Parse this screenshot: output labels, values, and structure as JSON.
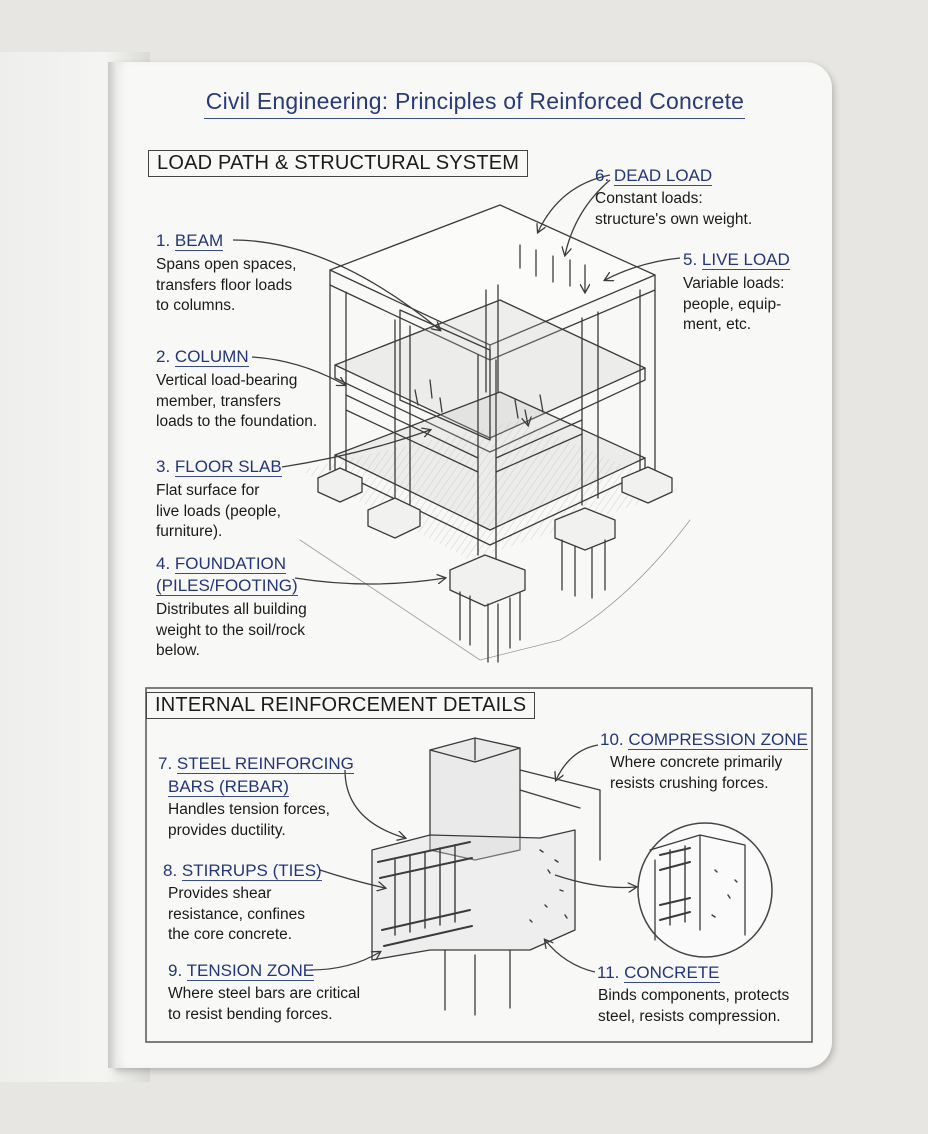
{
  "title": "Civil Engineering: Principles of Reinforced Concrete",
  "sections": {
    "load_path": "LOAD PATH & STRUCTURAL SYSTEM",
    "reinforcement": "INTERNAL REINFORCEMENT DETAILS"
  },
  "labels": [
    {
      "num": "1.",
      "name": "BEAM",
      "desc": "Spans open spaces,\ntransfers floor loads\nto columns."
    },
    {
      "num": "2.",
      "name": "COLUMN",
      "desc": "Vertical load-bearing\nmember, transfers\nloads to the foundation."
    },
    {
      "num": "3.",
      "name": "FLOOR SLAB",
      "desc": "Flat surface for\nlive loads (people,\nfurniture)."
    },
    {
      "num": "4.",
      "name": "FOUNDATION",
      "name2": "(PILES/FOOTING)",
      "desc": "Distributes all building\nweight to the soil/rock\nbelow."
    },
    {
      "num": "5.",
      "name": "LIVE LOAD",
      "desc": "Variable loads:\npeople, equip-\nment, etc."
    },
    {
      "num": "6.",
      "name": "DEAD LOAD",
      "desc": "Constant loads:\nstructure's own weight."
    },
    {
      "num": "7.",
      "name": "STEEL REINFORCING",
      "name2": "BARS (REBAR)",
      "desc": "Handles tension forces,\nprovides ductility."
    },
    {
      "num": "8.",
      "name": "STIRRUPS (TIES)",
      "desc": "Provides shear\nresistance, confines\nthe core concrete."
    },
    {
      "num": "9.",
      "name": "TENSION ZONE",
      "desc": "Where steel bars are critical\nto resist bending forces."
    },
    {
      "num": "10.",
      "name": "COMPRESSION ZONE",
      "desc": "Where concrete primarily\nresists crushing forces."
    },
    {
      "num": "11.",
      "name": "CONCRETE",
      "desc": "Binds components, protects\nsteel, resists compression."
    }
  ],
  "colors": {
    "label_blue": "#23367a",
    "pencil": "#3b3b3b",
    "paper": "#f8f8f7"
  }
}
